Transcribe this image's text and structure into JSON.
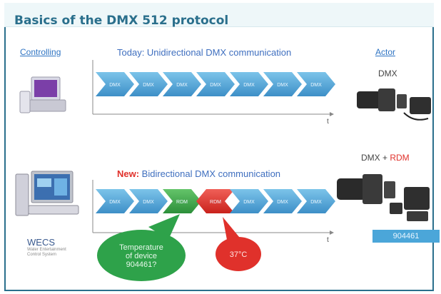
{
  "header": {
    "title": "Basics of the DMX 512 protocol"
  },
  "labels": {
    "controlling": "Controlling",
    "actor": "Actor",
    "today": "Today: Unidirectional DMX communication",
    "dmx_top": "DMX",
    "dmx_plus": "DMX + ",
    "rdm": "RDM",
    "new_kw": "New:",
    "new_text": " Bidirectional DMX communication",
    "wecs": "WECS",
    "wecs_sub": "Water Entertainment Control System",
    "serial": "904461"
  },
  "top_row": [
    "DMX",
    "DMX",
    "DMX",
    "DMX",
    "DMX",
    "DMX",
    "DMX"
  ],
  "bottom_row": [
    {
      "text": "DMX",
      "kind": "dmx"
    },
    {
      "text": "DMX",
      "kind": "dmx"
    },
    {
      "text": "RDM",
      "kind": "rdm-out"
    },
    {
      "text": "RDM",
      "kind": "rdm-in"
    },
    {
      "text": "DMX",
      "kind": "dmx"
    },
    {
      "text": "DMX",
      "kind": "dmx"
    },
    {
      "text": "DMX",
      "kind": "dmx"
    }
  ],
  "time_axis_label": "t",
  "bubbles": {
    "green": [
      "Temperature",
      "of device",
      "904461?"
    ],
    "red": "37°C"
  },
  "colors": {
    "accent": "#2a6f8c",
    "dmx": "#4fa3d6",
    "rdm_out": "#3da64a",
    "rdm_in": "#e0312b"
  }
}
